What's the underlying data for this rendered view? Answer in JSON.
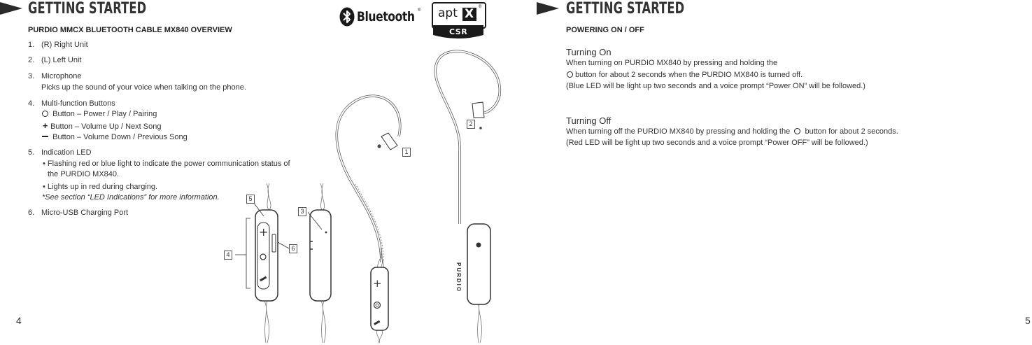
{
  "left_page": {
    "heading": "GETTING STARTED",
    "subheading": "PURDIO MMCX BLUETOOTH CABLE MX840 OVERVIEW",
    "items": [
      {
        "num": "1.",
        "text": "(R) Right Unit"
      },
      {
        "num": "2.",
        "text": "(L) Left Unit"
      },
      {
        "num": "3.",
        "text": "Microphone",
        "detail": "Picks up the sound of your voice when talking on the phone."
      },
      {
        "num": "4.",
        "text": "Multi-function Buttons",
        "buttons": [
          {
            "icon": "circle",
            "text": "Button – Power / Play / Pairing"
          },
          {
            "icon": "plus",
            "text": "Button – Volume Up / Next Song"
          },
          {
            "icon": "minus",
            "text": "Button – Volume Down / Previous Song"
          }
        ]
      },
      {
        "num": "5.",
        "text": "Indication LED",
        "bullets": [
          "• Flashing red or blue light to indicate the power communication status of",
          "the PURDIO MX840.",
          "• Lights up in red during charging."
        ],
        "note": "*See section “LED Indications” for more information."
      },
      {
        "num": "6.",
        "text": "Micro-USB Charging Port"
      }
    ],
    "page_number": "4"
  },
  "logos": {
    "bluetooth": "Bluetooth",
    "aptx_top": "apt",
    "aptx_x": "X",
    "aptx_bottom": "CSR"
  },
  "callouts": [
    "1",
    "2",
    "3",
    "4",
    "5",
    "6"
  ],
  "product_label": "PURDIO",
  "right_page": {
    "heading": "GETTING STARTED",
    "subheading": "POWERING ON / OFF",
    "turning_on": {
      "title": "Turning On",
      "line1": "When turning on PURDIO MX840 by pressing and holding the",
      "line2": "button for about 2 seconds when the PURDIO MX840 is turned off.",
      "line3": "(Blue LED will be light up two seconds and a voice prompt “Power ON” will be followed.)"
    },
    "turning_off": {
      "title": "Turning Off",
      "line1a": "When turning off the PURDIO MX840 by pressing and holding the",
      "line1b": "button for about 2 seconds.",
      "line2": "(Red LED will be light up two seconds and a voice prompt “Power OFF” will be followed.)"
    },
    "page_number": "5"
  }
}
